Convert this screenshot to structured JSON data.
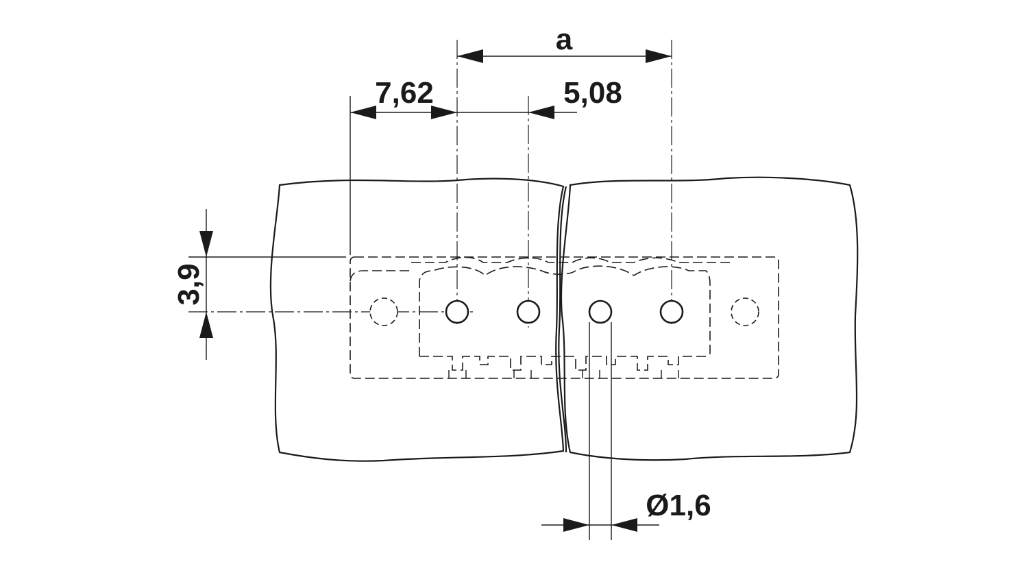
{
  "drawing": {
    "dimensions": {
      "a": "a",
      "pitch_outer": "7,62",
      "pitch_inner": "5,08",
      "height": "3,9",
      "diameter": "Ø1,6"
    },
    "holes": {
      "solid_count": 4,
      "ghost_count": 2
    },
    "colors": {
      "line": "#1a1a1a",
      "background": "#ffffff"
    }
  }
}
